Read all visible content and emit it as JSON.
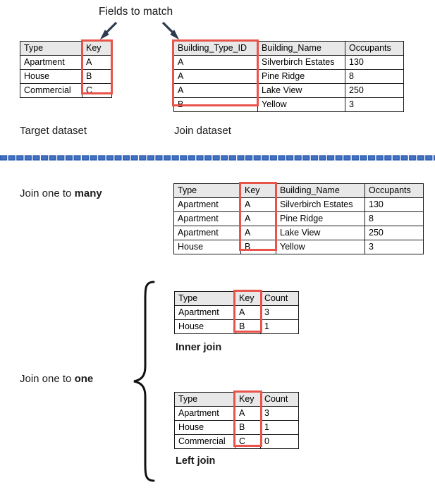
{
  "annotations": {
    "fields_to_match": "Fields to match",
    "target_caption": "Target dataset",
    "join_caption": "Join dataset",
    "join_one_to_many_prefix": "Join one to ",
    "join_one_to_many_emphasis": "many",
    "join_one_to_one_prefix": "Join one to ",
    "join_one_to_one_emphasis": "one",
    "inner_join_caption": "Inner join",
    "left_join_caption": "Left join"
  },
  "colors": {
    "highlight": "#e8534a",
    "divider": "#2f5fb0",
    "divider_fill": "#4472c4",
    "header_fill": "#e8e8e8",
    "border": "#1a1a1a",
    "arrow": "#2d3b4e"
  },
  "tables": {
    "target_dataset": {
      "headers": [
        "Type",
        "Key"
      ],
      "rows": [
        [
          "Apartment",
          "A"
        ],
        [
          "House",
          "B"
        ],
        [
          "Commercial",
          "C"
        ]
      ]
    },
    "join_dataset": {
      "headers": [
        "Building_Type_ID",
        "Building_Name",
        "Occupants"
      ],
      "rows": [
        [
          "A",
          "Silverbirch Estates",
          "130"
        ],
        [
          "A",
          "Pine Ridge",
          "8"
        ],
        [
          "A",
          "Lake View",
          "250"
        ],
        [
          "B",
          "Yellow",
          "3"
        ]
      ]
    },
    "one_to_many_result": {
      "headers": [
        "Type",
        "Key",
        "Building_Name",
        "Occupants"
      ],
      "rows": [
        [
          "Apartment",
          "A",
          "Silverbirch Estates",
          "130"
        ],
        [
          "Apartment",
          "A",
          "Pine Ridge",
          "8"
        ],
        [
          "Apartment",
          "A",
          "Lake View",
          "250"
        ],
        [
          "House",
          "B",
          "Yellow",
          "3"
        ]
      ]
    },
    "inner_join_result": {
      "headers": [
        "Type",
        "Key",
        "Count"
      ],
      "rows": [
        [
          "Apartment",
          "A",
          "3"
        ],
        [
          "House",
          "B",
          "1"
        ]
      ]
    },
    "left_join_result": {
      "headers": [
        "Type",
        "Key",
        "Count"
      ],
      "rows": [
        [
          "Apartment",
          "A",
          "3"
        ],
        [
          "House",
          "B",
          "1"
        ],
        [
          "Commercial",
          "C",
          "0"
        ]
      ]
    }
  }
}
